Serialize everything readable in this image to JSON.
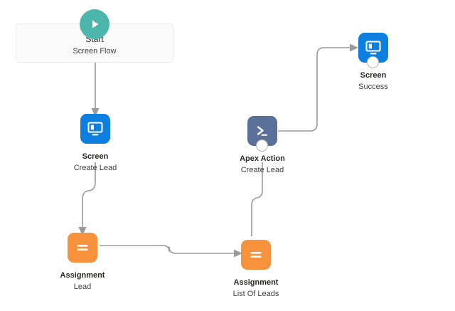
{
  "canvas": {
    "background": "#ffffff",
    "connector_color": "#9a9a9a"
  },
  "start": {
    "icon": "play-circle-icon",
    "icon_color": "#4cb5ac",
    "title": "Start",
    "subtitle": "Screen Flow"
  },
  "nodes": [
    {
      "id": "screen-create-lead",
      "icon": "screen-icon",
      "icon_color": "#0d7fe0",
      "title": "Screen",
      "subtitle": "Create Lead",
      "has_badge": false
    },
    {
      "id": "assignment-lead",
      "icon": "assignment-icon",
      "icon_color": "#f7913c",
      "title": "Assignment",
      "subtitle": "Lead",
      "has_badge": false
    },
    {
      "id": "assignment-list-of-leads",
      "icon": "assignment-icon",
      "icon_color": "#f7913c",
      "title": "Assignment",
      "subtitle": "List Of Leads",
      "has_badge": false
    },
    {
      "id": "apex-action-create-lead",
      "icon": "apex-action-icon",
      "icon_color": "#5a7099",
      "title": "Apex Action",
      "subtitle": "Create Lead",
      "has_badge": true
    },
    {
      "id": "screen-success",
      "icon": "screen-icon",
      "icon_color": "#0d7fe0",
      "title": "Screen",
      "subtitle": "Success",
      "has_badge": true
    }
  ],
  "connectors": [
    {
      "id": "start-to-screen",
      "from": "start",
      "to": "screen-create-lead",
      "arrow": true
    },
    {
      "id": "screen-to-assignment",
      "from": "screen-create-lead",
      "to": "assignment-lead",
      "arrow": true
    },
    {
      "id": "assignment-to-assignment",
      "from": "assignment-lead",
      "to": "assignment-list-of-leads",
      "arrow": true
    },
    {
      "id": "assignment-to-apex",
      "from": "assignment-list-of-leads",
      "to": "apex-action-create-lead",
      "arrow": false
    },
    {
      "id": "apex-to-screen-success",
      "from": "apex-action-create-lead",
      "to": "screen-success",
      "arrow": true
    }
  ]
}
